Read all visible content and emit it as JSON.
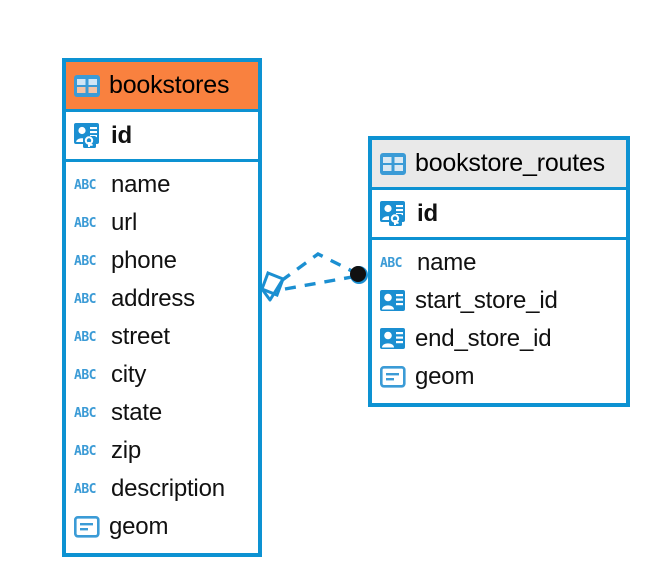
{
  "diagram": {
    "title": "entity-relationship-diagram",
    "background_color": "#ffffff",
    "border_color": "#0d92d2",
    "accent_orange": "#f9813f",
    "accent_gray": "#e9e9e9",
    "icon_blue": "#1b8fd1",
    "abc_blue": "#3b9bd6"
  },
  "entities": [
    {
      "name": "bookstores",
      "header_style": "accent-orange",
      "primary_key": {
        "label": "id",
        "icon": "primary-key-icon"
      },
      "fields": [
        {
          "label": "name",
          "icon": "abc-text-icon"
        },
        {
          "label": "url",
          "icon": "abc-text-icon"
        },
        {
          "label": "phone",
          "icon": "abc-text-icon"
        },
        {
          "label": "address",
          "icon": "abc-text-icon"
        },
        {
          "label": "street",
          "icon": "abc-text-icon"
        },
        {
          "label": "city",
          "icon": "abc-text-icon"
        },
        {
          "label": "state",
          "icon": "abc-text-icon"
        },
        {
          "label": "zip",
          "icon": "abc-text-icon"
        },
        {
          "label": "description",
          "icon": "abc-text-icon"
        },
        {
          "label": "geom",
          "icon": "geometry-icon"
        }
      ]
    },
    {
      "name": "bookstore_routes",
      "header_style": "accent-gray",
      "primary_key": {
        "label": "id",
        "icon": "primary-key-icon"
      },
      "fields": [
        {
          "label": "name",
          "icon": "abc-text-icon"
        },
        {
          "label": "start_store_id",
          "icon": "foreign-key-icon"
        },
        {
          "label": "end_store_id",
          "icon": "foreign-key-icon"
        },
        {
          "label": "geom",
          "icon": "geometry-icon"
        }
      ]
    }
  ],
  "relationship": {
    "from_entity": "bookstores",
    "to_entity": "bookstore_routes",
    "line_style": "dashed",
    "line_color": "#0d92d2",
    "source_marker": "envelope-diamond-marker",
    "target_marker": "filled-circle-marker"
  }
}
